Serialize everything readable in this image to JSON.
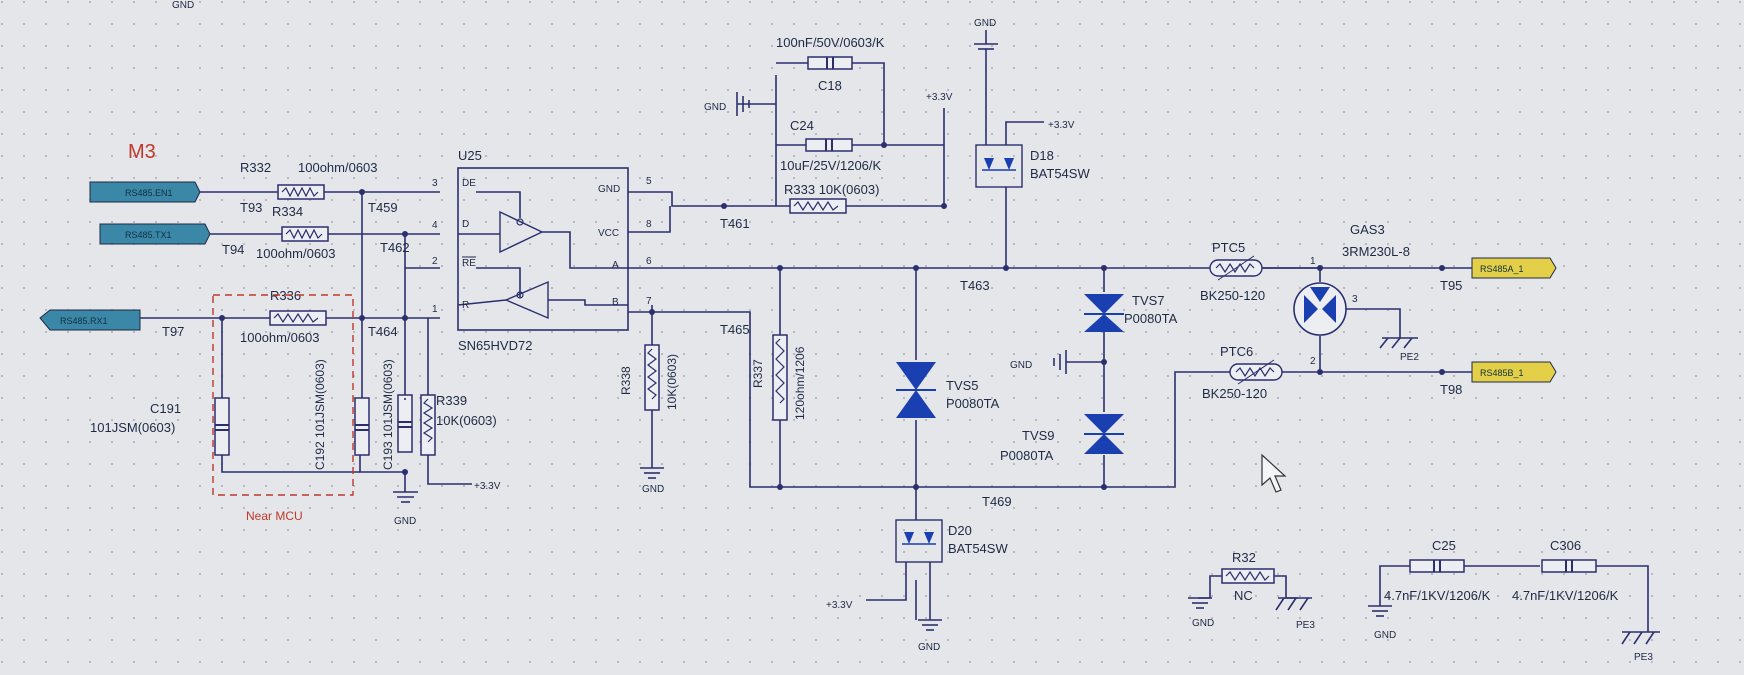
{
  "title_mark": "M3",
  "top_gnd": "GND",
  "nets": {
    "en": "RS485.EN1",
    "tx": "RS485.TX1",
    "rx": "RS485.RX1",
    "a_out": "RS485A_1",
    "b_out": "RS485B_1"
  },
  "power": {
    "v33": "+3.3V",
    "gnd": "GND",
    "pe": "PE3",
    "pe2": "PE2"
  },
  "ic": {
    "ref": "U25",
    "part": "SN65HVD72",
    "pins_left": [
      {
        "num": "3",
        "name": "DE"
      },
      {
        "num": "4",
        "name": "D"
      },
      {
        "num": "2",
        "name": "RE"
      },
      {
        "num": "1",
        "name": "R"
      }
    ],
    "pins_right": [
      {
        "num": "5",
        "name": "GND"
      },
      {
        "num": "8",
        "name": "VCC"
      },
      {
        "num": "6",
        "name": "A"
      },
      {
        "num": "7",
        "name": "B"
      }
    ]
  },
  "resistors": {
    "r332": {
      "ref": "R332",
      "val": "100ohm/0603"
    },
    "r334": {
      "ref": "R334",
      "val": "100ohm/0603"
    },
    "r336": {
      "ref": "R336",
      "val": "100ohm/0603"
    },
    "r333": {
      "ref": "R333",
      "val": "10K(0603)"
    },
    "r339": {
      "ref": "R339",
      "val": "10K(0603)"
    },
    "r338": {
      "ref": "R338",
      "val": "10K(0603)"
    },
    "r337": {
      "ref": "R337",
      "val": "120ohm/1206"
    },
    "r32": {
      "ref": "R32",
      "val": "NC"
    }
  },
  "caps": {
    "c18": {
      "ref": "C18",
      "val": "100nF/50V/0603/K"
    },
    "c24": {
      "ref": "C24",
      "val": "10uF/25V/1206/K"
    },
    "c191": {
      "ref": "C191",
      "val": "101JSM(0603)"
    },
    "c192": {
      "ref": "C192",
      "val": "101JSM(0603)"
    },
    "c193": {
      "ref": "C193",
      "val": "101JSM(0603)"
    },
    "c25": {
      "ref": "C25",
      "val": "4.7nF/1KV/1206/K"
    },
    "c306": {
      "ref": "C306",
      "val": "4.7nF/1KV/1206/K"
    }
  },
  "diodes": {
    "d18": {
      "ref": "D18",
      "val": "BAT54SW"
    },
    "d20": {
      "ref": "D20",
      "val": "BAT54SW"
    },
    "tvs35": {
      "ref": "TVS5",
      "val": "P0080TA"
    },
    "tvs7": {
      "ref": "TVS7",
      "val": "P0080TA"
    },
    "tvs9": {
      "ref": "TVS9",
      "val": "P0080TA"
    }
  },
  "ptc": {
    "ptc5": {
      "ref": "PTC5",
      "val": "BK250-120"
    },
    "ptc6": {
      "ref": "PTC6",
      "val": "BK250-120"
    }
  },
  "gas": {
    "ref": "GAS3",
    "val": "3RM230L-8"
  },
  "testpoints": [
    "T93",
    "T94",
    "T97",
    "T459",
    "T462",
    "T464",
    "T461",
    "T463",
    "T465",
    "T469",
    "T95",
    "T98"
  ],
  "near_mcu": "Near MCU",
  "colors": {
    "wire": "#2b2f6e",
    "tvs": "#1a3fb0",
    "net_blue": "#3a87a8",
    "net_yellow": "#e3cf48",
    "note_red": "#c0392b"
  }
}
